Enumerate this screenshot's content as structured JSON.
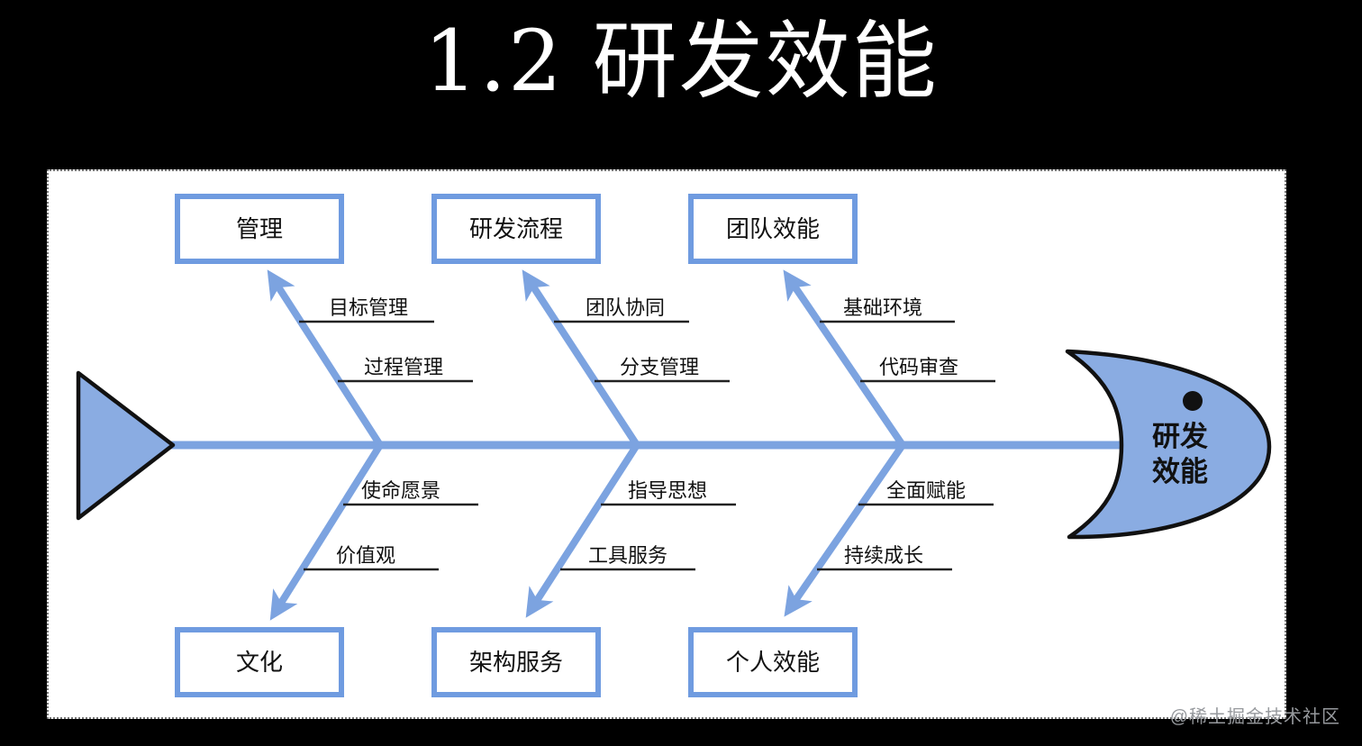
{
  "title": "1.2 研发效能",
  "watermark": "@稀土掘金技术社区",
  "diagram": {
    "head": {
      "line1": "研发",
      "line2": "效能"
    },
    "categories": [
      {
        "label": "管理",
        "side": "top",
        "subs": [
          "目标管理",
          "过程管理"
        ]
      },
      {
        "label": "研发流程",
        "side": "top",
        "subs": [
          "团队协同",
          "分支管理"
        ]
      },
      {
        "label": "团队效能",
        "side": "top",
        "subs": [
          "基础环境",
          "代码审查"
        ]
      },
      {
        "label": "文化",
        "side": "bottom",
        "subs": [
          "使命愿景",
          "价值观"
        ]
      },
      {
        "label": "架构服务",
        "side": "bottom",
        "subs": [
          "指导思想",
          "工具服务"
        ]
      },
      {
        "label": "个人效能",
        "side": "bottom",
        "subs": [
          "全面赋能",
          "持续成长"
        ]
      }
    ]
  },
  "colors": {
    "background": "#000000",
    "panel": "#ffffff",
    "line-blue": "#7CA3E0",
    "box-border": "#6F9BE0",
    "head-fill": "#8AACE2",
    "ink": "#111111",
    "title-text": "#ffffff",
    "watermark": "#96999d"
  }
}
